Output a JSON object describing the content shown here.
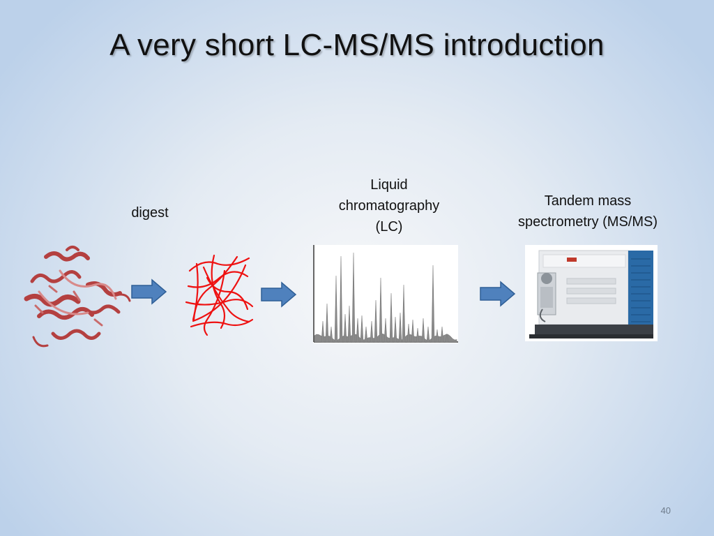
{
  "slide": {
    "title": "A very short LC-MS/MS introduction",
    "page_number": "40"
  },
  "labels": {
    "digest": "digest",
    "lc": "Liquid\nchromatography\n(LC)",
    "msms": "Tandem mass\nspectrometry (MS/MS)"
  },
  "colors": {
    "arrow_fill": "#4f81bd",
    "arrow_stroke": "#2f5f96",
    "protein": "#b44040",
    "peptides": "#ee1111",
    "chromatogram": "#7d7d7d",
    "instrument_blue": "#2a6aa6"
  },
  "icons": [
    "protein-structure-icon",
    "peptide-fragments-icon",
    "chromatogram-icon",
    "mass-spectrometer-icon"
  ]
}
